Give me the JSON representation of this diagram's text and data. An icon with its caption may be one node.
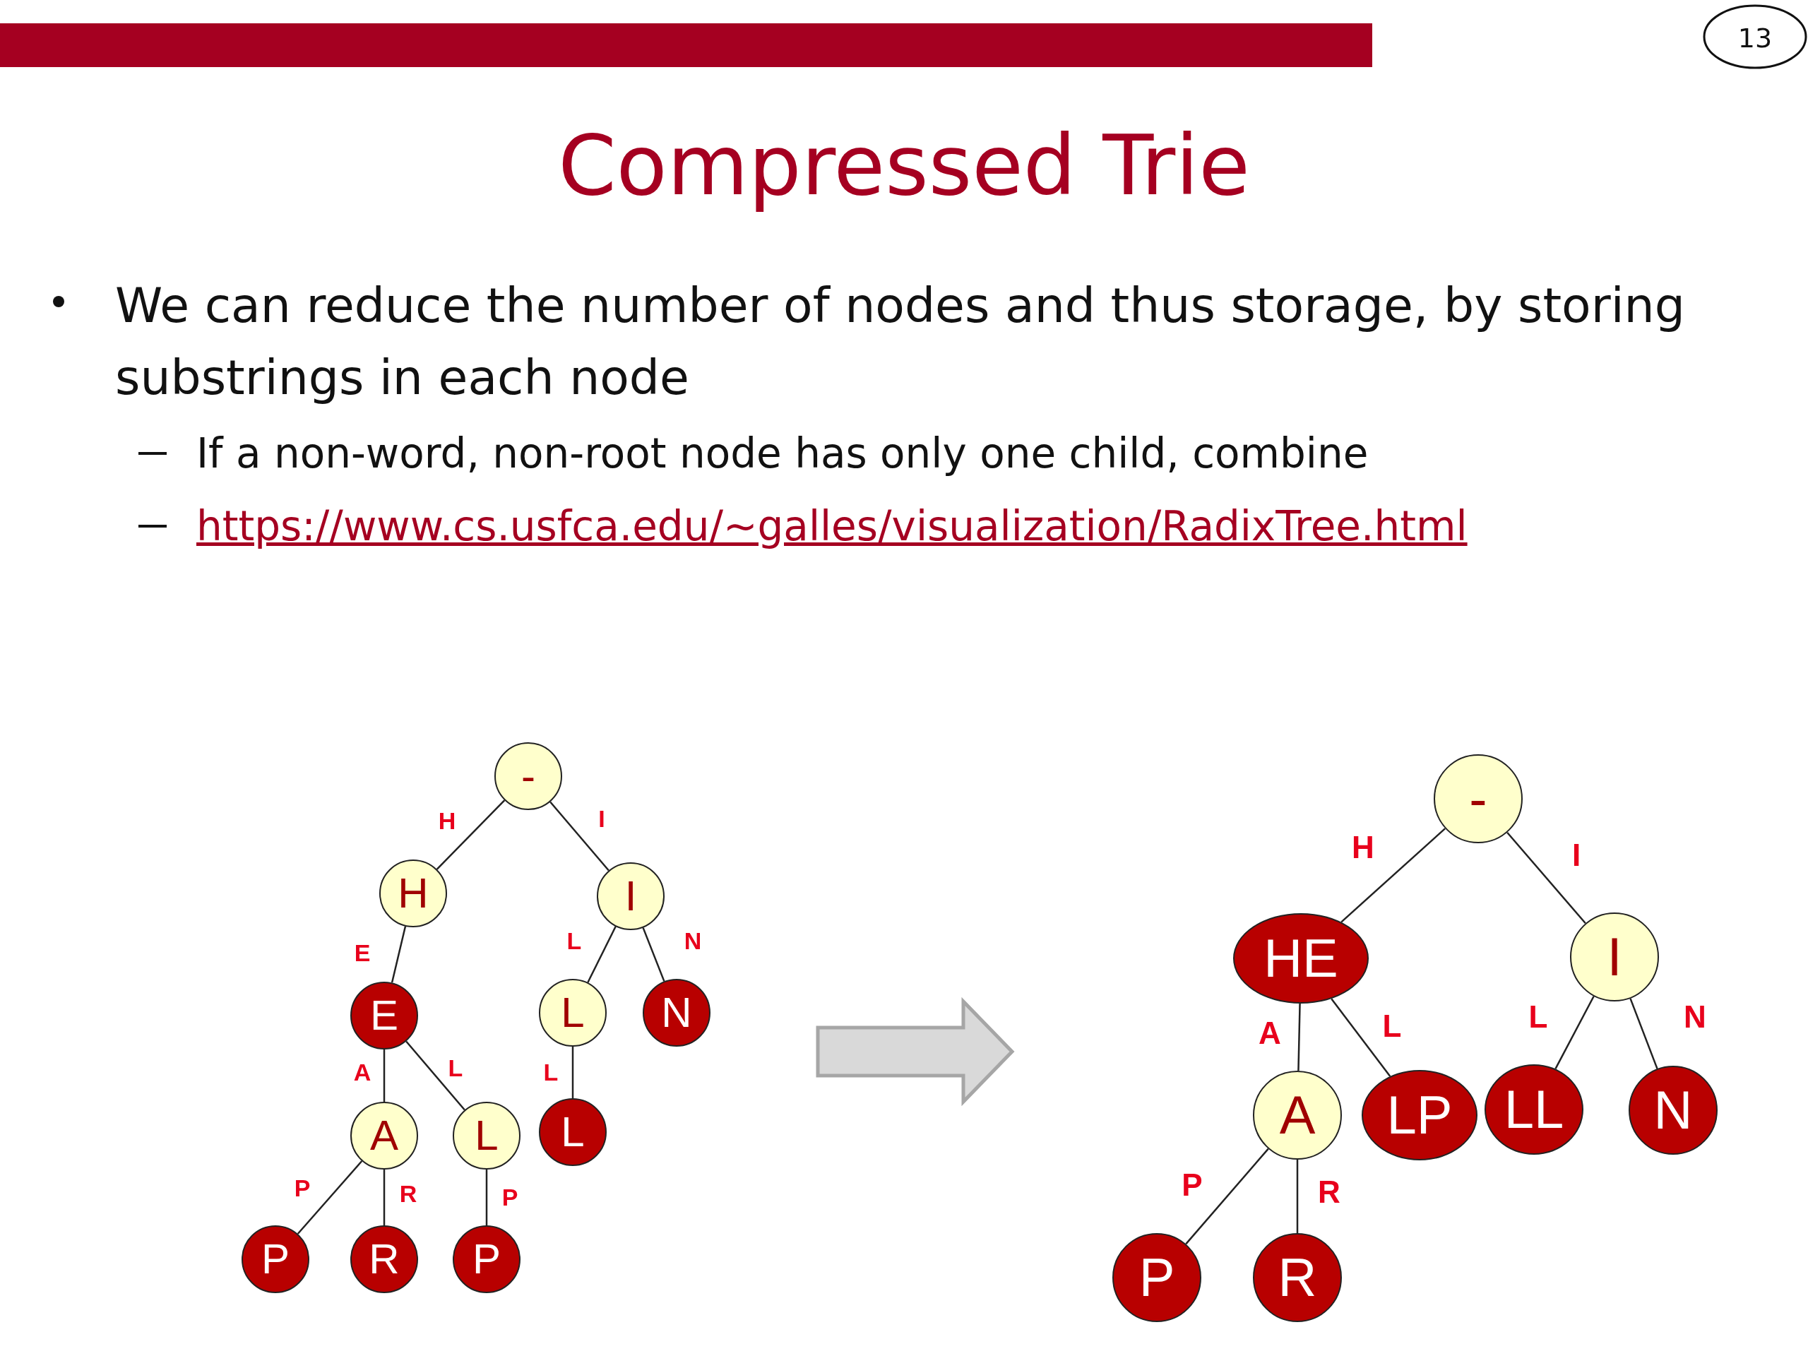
{
  "diagram": {
    "title": "Compressed Trie",
    "nodes": [
      {
        "text": [
          "-"
        ]
      },
      {
        "text": [
          "H"
        ]
      },
      {
        "text": [
          "I"
        ]
      },
      {
        "text": [
          "E"
        ]
      },
      {
        "text": [
          "L"
        ]
      },
      {
        "text": [
          "N"
        ]
      },
      {
        "text": [
          "A"
        ]
      },
      {
        "text": [
          "L"
        ]
      },
      {
        "text": [
          "L"
        ]
      },
      {
        "text": [
          "P"
        ]
      },
      {
        "text": [
          "R"
        ]
      },
      {
        "text": [
          "P"
        ]
      },
      {
        "text": [
          "-"
        ]
      },
      {
        "text": [
          "HE"
        ]
      },
      {
        "text": [
          "I"
        ]
      },
      {
        "text": [
          "A"
        ]
      },
      {
        "text": [
          "LP"
        ]
      },
      {
        "text": [
          "LL"
        ]
      },
      {
        "text": [
          "N"
        ]
      },
      {
        "text": [
          "P"
        ]
      },
      {
        "text": [
          "R"
        ]
      }
    ],
    "edges": [
      {
        "from": 0,
        "to": 1,
        "arrow": "none",
        "label": "H"
      },
      {
        "from": 0,
        "to": 2,
        "arrow": "none",
        "label": "I"
      },
      {
        "from": 1,
        "to": 3,
        "arrow": "none",
        "label": "E"
      },
      {
        "from": 2,
        "to": 4,
        "arrow": "none",
        "label": "L"
      },
      {
        "from": 2,
        "to": 5,
        "arrow": "none",
        "label": "N"
      },
      {
        "from": 3,
        "to": 6,
        "arrow": "none",
        "label": "A"
      },
      {
        "from": 3,
        "to": 7,
        "arrow": "none",
        "label": "L"
      },
      {
        "from": 4,
        "to": 8,
        "arrow": "none",
        "label": "L"
      },
      {
        "from": 6,
        "to": 9,
        "arrow": "none",
        "label": "P"
      },
      {
        "from": 6,
        "to": 10,
        "arrow": "none",
        "label": "R"
      },
      {
        "from": 7,
        "to": 11,
        "arrow": "none",
        "label": "P"
      },
      {
        "from": 12,
        "to": 13,
        "arrow": "none",
        "label": "H"
      },
      {
        "from": 12,
        "to": 14,
        "arrow": "none",
        "label": "I"
      },
      {
        "from": 13,
        "to": 15,
        "arrow": "none",
        "label": "A"
      },
      {
        "from": 13,
        "to": 16,
        "arrow": "none",
        "label": "L"
      },
      {
        "from": 14,
        "to": 17,
        "arrow": "none",
        "label": "L"
      },
      {
        "from": 14,
        "to": 18,
        "arrow": "none",
        "label": "N"
      },
      {
        "from": 15,
        "to": 19,
        "arrow": "none",
        "label": "P"
      },
      {
        "from": 15,
        "to": 20,
        "arrow": "none",
        "label": "R"
      }
    ],
    "labels": [
      "13",
      "We can reduce the number of nodes and thus storage, by storing substrings in each node",
      "If a non-word, non-root node has only one child, combine",
      "https://www.cs.usfca.edu/~galles/visualization/RadixTree.html"
    ]
  }
}
